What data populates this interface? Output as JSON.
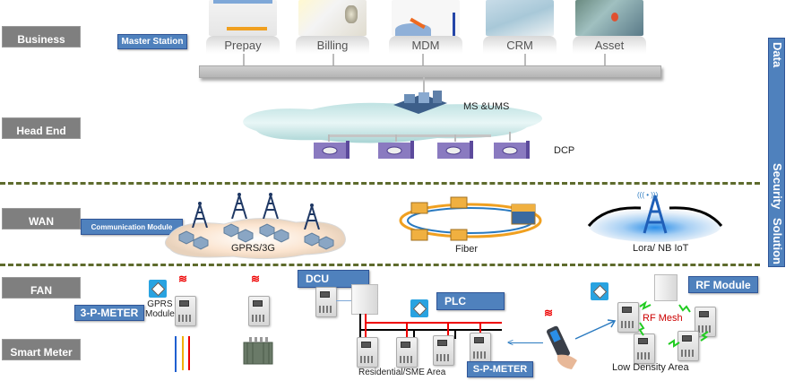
{
  "layers": {
    "business": "Business",
    "head_end": "Head End",
    "wan": "WAN",
    "fan": "FAN",
    "smart_meter": "Smart Meter"
  },
  "side_banner": {
    "words": [
      "Data",
      "Security",
      "Solution"
    ]
  },
  "business": {
    "master_station_tag": "Master Station",
    "apps": [
      "Prepay",
      "Billing",
      "MDM",
      "CRM",
      "Asset"
    ]
  },
  "head_end": {
    "ms_ums_label": "MS &UMS",
    "dcp_label": "DCP",
    "dcp_count": 4
  },
  "wan": {
    "communication_module_tag": "Communication Module",
    "gprs_label": "GPRS/3G",
    "fiber_label": "Fiber",
    "lora_label": "Lora/ NB IoT"
  },
  "fan": {
    "three_p_meter_tag": "3-P-METER",
    "gprs_module_label": "GPRS\nModule",
    "dcu_tag": "DCU",
    "plc_tag": "PLC",
    "rf_module_tag": "RF Module",
    "rf_mesh_label": "RF Mesh",
    "residential_label": "Residential/SME Area",
    "s_p_meter_tag": "S-P-METER",
    "low_density_label": "Low Density Area"
  },
  "colors": {
    "layer_gray": "#7f7f7f",
    "tag_blue": "#4f81bd",
    "divider_green": "#5e6b2d",
    "rf_red": "#e00000",
    "mesh_green": "#22cc22"
  }
}
